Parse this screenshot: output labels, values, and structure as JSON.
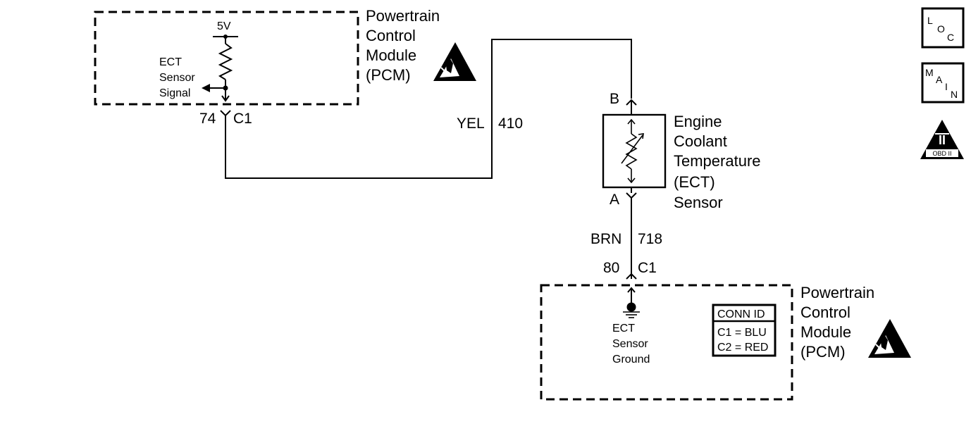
{
  "pcm_top": {
    "name_lines": [
      "Powertrain",
      "Control",
      "Module",
      "(PCM)"
    ],
    "voltage": "5V",
    "signal_lines": [
      "ECT",
      "Sensor",
      "Signal"
    ],
    "pin": "74",
    "connector": "C1"
  },
  "wire_signal": {
    "color": "YEL",
    "circuit": "410"
  },
  "sensor": {
    "name_lines": [
      "Engine",
      "Coolant",
      "Temperature",
      "(ECT)",
      "Sensor"
    ],
    "terminal_top": "B",
    "terminal_bottom": "A"
  },
  "wire_ground": {
    "color": "BRN",
    "circuit": "718"
  },
  "pcm_bottom": {
    "name_lines": [
      "Powertrain",
      "Control",
      "Module",
      "(PCM)"
    ],
    "pin": "80",
    "connector": "C1",
    "ground_lines": [
      "ECT",
      "Sensor",
      "Ground"
    ],
    "conn_id": {
      "title": "CONN ID",
      "rows": [
        "C1 = BLU",
        "C2 = RED"
      ]
    }
  },
  "side_icons": {
    "loc": [
      "L",
      "O",
      "C"
    ],
    "main": [
      "M",
      "A",
      "I",
      "N"
    ],
    "obd": {
      "numeral": "II",
      "label": "OBD II"
    }
  }
}
